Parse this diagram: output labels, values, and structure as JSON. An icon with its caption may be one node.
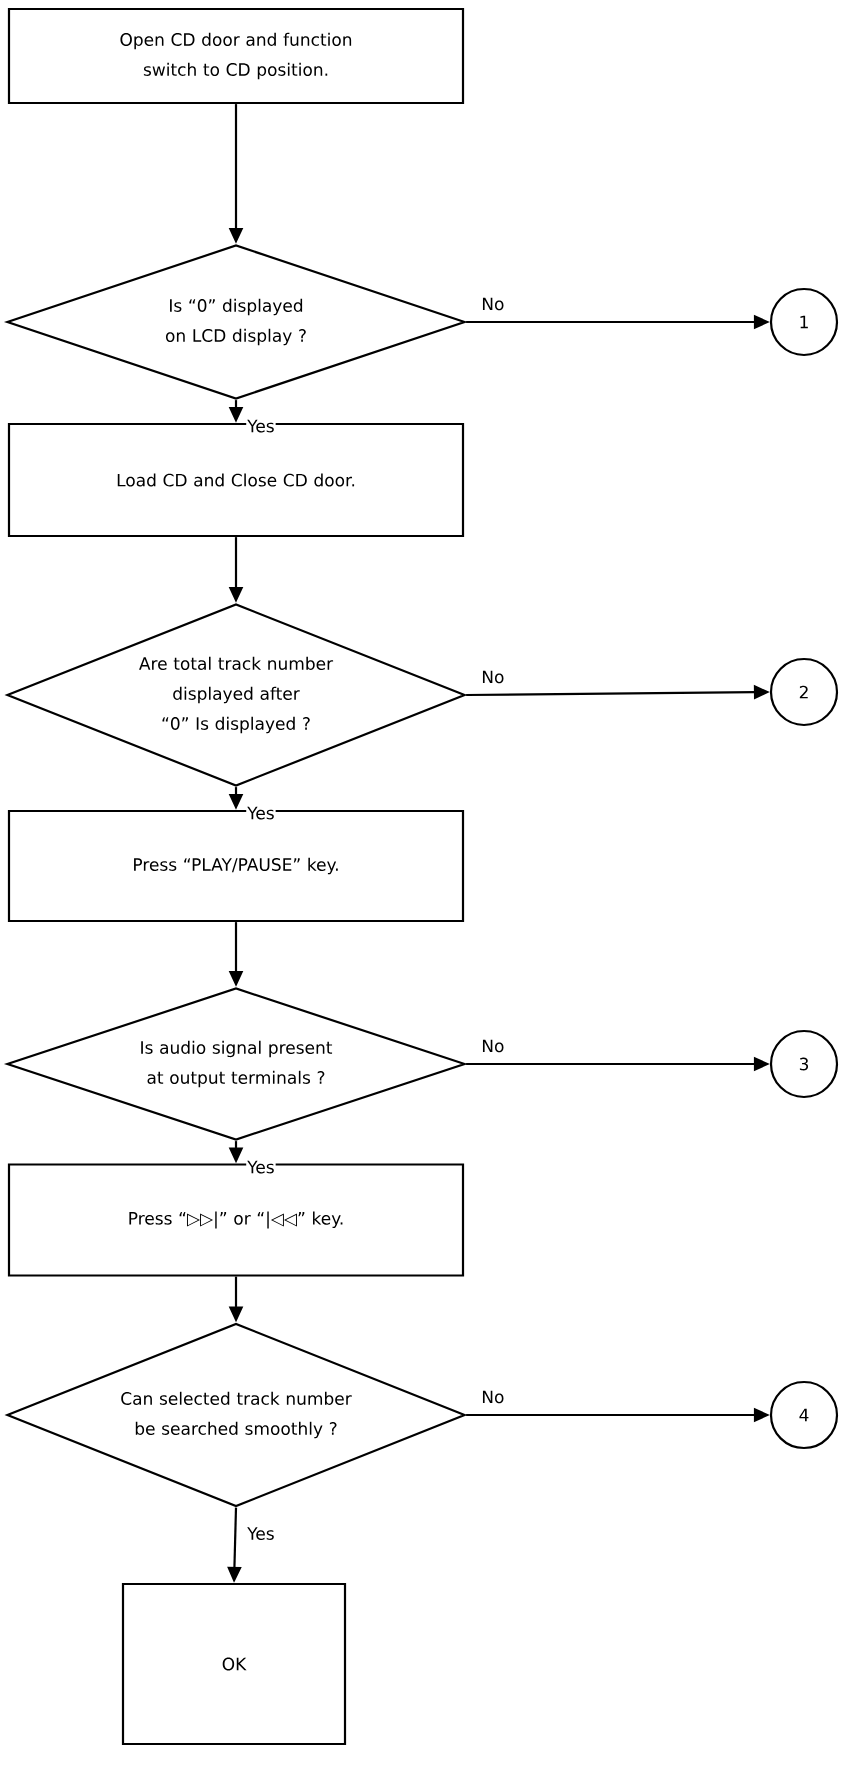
{
  "diagram": {
    "nodes": [
      {
        "text": [
          "Open CD door and function switch to CD position."
        ]
      },
      {
        "text": [
          "Is “0” displayed on LCD display ?"
        ]
      },
      {
        "text": [
          "1"
        ]
      },
      {
        "text": [
          "Load CD and Close CD door."
        ]
      },
      {
        "text": [
          "Are total track number displayed after “0” Is displayed ?"
        ]
      },
      {
        "text": [
          "2"
        ]
      },
      {
        "text": [
          "Press “PLAY/PAUSE” key."
        ]
      },
      {
        "text": [
          "Is audio signal present at output terminals ?"
        ]
      },
      {
        "text": [
          "3"
        ]
      },
      {
        "text": [
          "Press “▷▷|” or “|◁◁” key."
        ]
      },
      {
        "text": [
          "Can selected track number be searched smoothly ?"
        ]
      },
      {
        "text": [
          "4"
        ]
      },
      {
        "text": [
          "OK"
        ]
      }
    ],
    "edges": [
      {
        "from": 0,
        "to": 1,
        "arrow": "to"
      },
      {
        "from": 1,
        "to": 2,
        "arrow": "to",
        "label": "No"
      },
      {
        "from": 1,
        "to": 3,
        "arrow": "to",
        "label": "Yes"
      },
      {
        "from": 3,
        "to": 4,
        "arrow": "to"
      },
      {
        "from": 4,
        "to": 5,
        "arrow": "to",
        "label": "No"
      },
      {
        "from": 4,
        "to": 6,
        "arrow": "to",
        "label": "Yes"
      },
      {
        "from": 6,
        "to": 7,
        "arrow": "to"
      },
      {
        "from": 7,
        "to": 8,
        "arrow": "to",
        "label": "No"
      },
      {
        "from": 7,
        "to": 9,
        "arrow": "to",
        "label": "Yes"
      },
      {
        "from": 9,
        "to": 10,
        "arrow": "to"
      },
      {
        "from": 10,
        "to": 11,
        "arrow": "to",
        "label": "No"
      },
      {
        "from": 10,
        "to": 12,
        "arrow": "to",
        "label": "Yes"
      }
    ]
  }
}
